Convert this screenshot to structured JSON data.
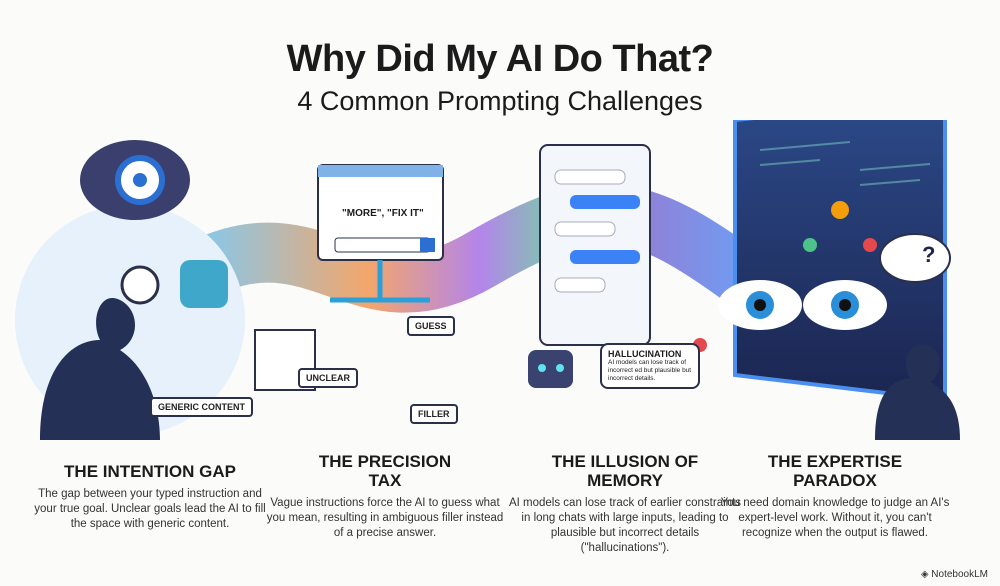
{
  "title": "Why Did My AI Do That?",
  "subtitle": "4 Common Prompting Challenges",
  "illustration": {
    "generic_content": "GENERIC CONTENT",
    "prompt_bubble": "\"MORE\", \"FIX IT\"",
    "guess": "GUESS",
    "unclear": "UNCLEAR",
    "filler": "FILLER",
    "hallucination_title": "HALLUCINATION",
    "hallucination_text": "AI models can lose track of incorrect ed but plausible but incorrect details.",
    "question_mark": "?"
  },
  "sections": [
    {
      "title": "THE INTENTION GAP",
      "text": "The gap between your typed instruction and your true goal. Unclear goals lead the AI to fill the space with generic content."
    },
    {
      "title": "THE PRECISION TAX",
      "text": "Vague instructions force the AI to guess what you mean, resulting in ambiguous filler instead of a precise answer."
    },
    {
      "title": "THE ILLUSION OF MEMORY",
      "text": "AI models can lose track of earlier constraints in long chats with large inputs, leading to plausible but incorrect details (\"hallucinations\")."
    },
    {
      "title": "THE EXPERTISE PARADOX",
      "text": "You need domain knowledge to judge an AI's expert-level work. Without it, you can't recognize when the output is flawed."
    }
  ],
  "brand": "NotebookLM"
}
